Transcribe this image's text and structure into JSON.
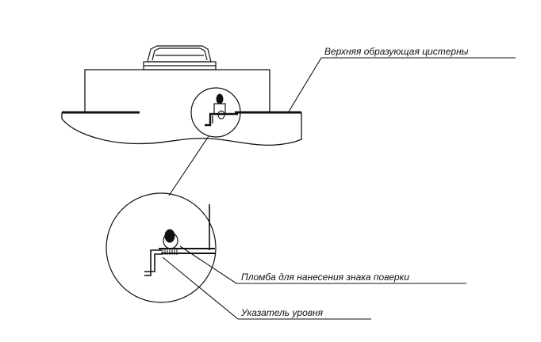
{
  "labels": {
    "top_generatrix": "Верхняя образующая цистерны",
    "seal": "Пломба для нанесения знака поверки",
    "level_indicator": "Указатель уровня"
  },
  "colors": {
    "line": "#111111",
    "background": "#ffffff"
  }
}
